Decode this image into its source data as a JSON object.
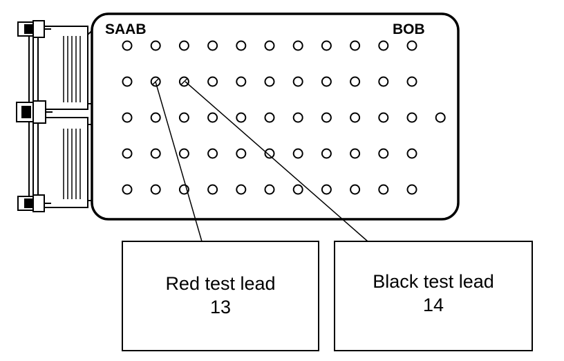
{
  "board": {
    "brand_left": "SAAB",
    "brand_right": "BOB"
  },
  "pin_grid": {
    "rows": 5,
    "columns_per_row": [
      11,
      11,
      12,
      11,
      11
    ]
  },
  "leads": [
    {
      "name": "Red test lead",
      "pin": "13",
      "row": 2,
      "column": 2
    },
    {
      "name": "Black test lead",
      "pin": "14",
      "row": 2,
      "column": 3
    }
  ]
}
